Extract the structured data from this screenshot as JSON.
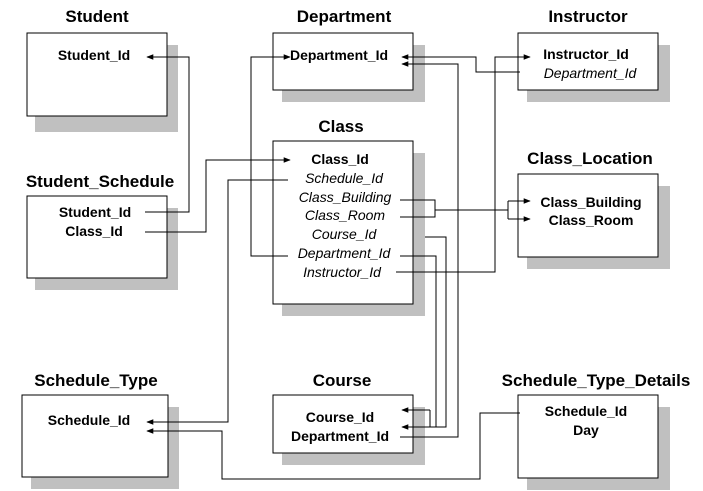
{
  "tables": {
    "student": {
      "title": "Student",
      "fields": [
        {
          "name": "Student_Id",
          "italic": false
        }
      ]
    },
    "department": {
      "title": "Department",
      "fields": [
        {
          "name": "Department_Id",
          "italic": false
        }
      ]
    },
    "instructor": {
      "title": "Instructor",
      "fields": [
        {
          "name": "Instructor_Id",
          "italic": false
        },
        {
          "name": "Department_Id",
          "italic": true
        }
      ]
    },
    "class": {
      "title": "Class",
      "fields": [
        {
          "name": "Class_Id",
          "italic": false
        },
        {
          "name": "Schedule_Id",
          "italic": true
        },
        {
          "name": "Class_Building",
          "italic": true
        },
        {
          "name": "Class_Room",
          "italic": true
        },
        {
          "name": "Course_Id",
          "italic": true
        },
        {
          "name": "Department_Id",
          "italic": true
        },
        {
          "name": "Instructor_Id",
          "italic": true
        }
      ]
    },
    "class_location": {
      "title": "Class_Location",
      "fields": [
        {
          "name": "Class_Building",
          "italic": false
        },
        {
          "name": "Class_Room",
          "italic": false
        }
      ]
    },
    "student_schedule": {
      "title": "Student_Schedule",
      "fields": [
        {
          "name": "Student_Id",
          "italic": false
        },
        {
          "name": "Class_Id",
          "italic": false
        }
      ]
    },
    "schedule_type": {
      "title": "Schedule_Type",
      "fields": [
        {
          "name": "Schedule_Id",
          "italic": false
        }
      ]
    },
    "course": {
      "title": "Course",
      "fields": [
        {
          "name": "Course_Id",
          "italic": false
        },
        {
          "name": "Department_Id",
          "italic": false
        }
      ]
    },
    "schedule_type_details": {
      "title": "Schedule_Type_Details",
      "fields": [
        {
          "name": "Schedule_Id",
          "italic": false
        },
        {
          "name": "Day",
          "italic": false
        }
      ]
    }
  },
  "relationships": [
    {
      "from": "student_schedule.Student_Id",
      "to": "student.Student_Id"
    },
    {
      "from": "student_schedule.Class_Id",
      "to": "class.Class_Id"
    },
    {
      "from": "class.Department_Id",
      "to": "department.Department_Id"
    },
    {
      "from": "instructor.Department_Id",
      "to": "department.Department_Id"
    },
    {
      "from": "course.Department_Id",
      "to": "department.Department_Id"
    },
    {
      "from": "class.Instructor_Id",
      "to": "instructor.Instructor_Id"
    },
    {
      "from": "class.Class_Building",
      "to": "class_location.Class_Building"
    },
    {
      "from": "class.Class_Room",
      "to": "class_location.Class_Room"
    },
    {
      "from": "class.Schedule_Id",
      "to": "schedule_type.Schedule_Id"
    },
    {
      "from": "schedule_type_details.Schedule_Id",
      "to": "schedule_type.Schedule_Id"
    },
    {
      "from": "class.Course_Id",
      "to": "course.Course_Id"
    }
  ],
  "colors": {
    "line": "#000000",
    "shadow": "#c0c0c0",
    "box": "#ffffff"
  }
}
